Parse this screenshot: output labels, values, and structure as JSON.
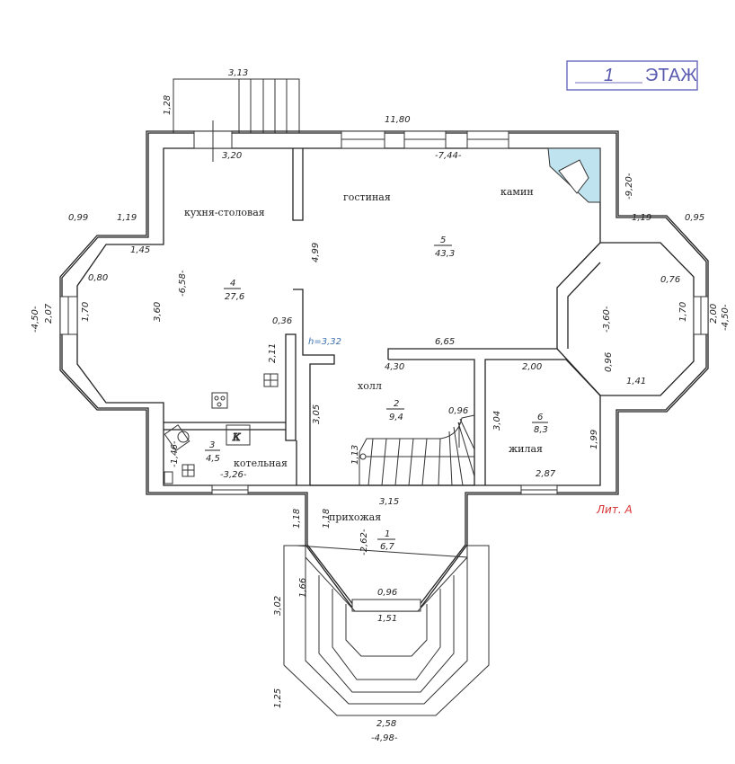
{
  "stamp": {
    "floor_number": "1",
    "floor_label": "ЭТАЖ"
  },
  "lit_label": "Лит. А",
  "ceiling_height": "h=3,32",
  "rooms": [
    {
      "name": "прихожая",
      "number": "1",
      "area": "6,7"
    },
    {
      "name": "холл",
      "number": "2",
      "area": "9,4"
    },
    {
      "name": "котельная",
      "number": "3",
      "area": "4,5"
    },
    {
      "name": "кухня-столовая",
      "number": "4",
      "area": "27,6"
    },
    {
      "name": "гостиная",
      "number": "5",
      "area": "43,3"
    },
    {
      "name": "жилая",
      "number": "6",
      "area": "8,3"
    }
  ],
  "fireplace_label": "камин",
  "boiler_symbol": "К",
  "colors": {
    "fireplace": "#bfe3ef",
    "stamp": "#5a5ab0",
    "lit": "#d83030",
    "height": "#3a6fb0"
  },
  "dimensions": {
    "porch_top_width": "3,13",
    "porch_top_depth": "1,28",
    "total_width": "11,80",
    "kitchen_top": "3,20",
    "living_top": "-7,44-",
    "right_height": "-9,20-",
    "left_bay_a": "0,99",
    "left_bay_b": "1,19",
    "left_bay_c": "1,45",
    "left_bay_d": "0,80",
    "left_outer": "-4,50-",
    "left_outer_b": "2,07",
    "left_win": "1,70",
    "left_inner": "3,60",
    "kitchen_depth": "-6,58-",
    "kitchen_wall": "4,99",
    "partition": "0,36",
    "partition_h": "2,11",
    "right_bay_a": "1,19",
    "right_bay_b": "0,95",
    "right_bay_c": "0,76",
    "right_bay_win": "1,70",
    "right_bay_outer": "2,00",
    "right_outer": "-4,50-",
    "right_inner": "-3,60-",
    "right_bay_d": "0,96",
    "right_bay_e": "1,41",
    "hall_top": "6,65",
    "hall_width": "4,30",
    "hall_height": "3,05",
    "stair_width": "0,96",
    "stair_step": "1,13",
    "bedroom_top": "2,00",
    "bedroom_h": "3,04",
    "bedroom_r": "1,99",
    "bedroom_bottom": "2,87",
    "boiler_h": "-1,46-",
    "boiler_w": "-3,26-",
    "entry_top": "3,15",
    "entry_side_out": "1,18",
    "entry_side_in": "1,18",
    "entry_depth": "-2,62-",
    "entry_door": "0,96",
    "entry_bottom": "1,51",
    "stair_out_h": "3,02",
    "stair_in_h": "1,66",
    "stair_depth": "1,25",
    "stair_bottom": "2,58",
    "stair_total": "-4,98-"
  }
}
